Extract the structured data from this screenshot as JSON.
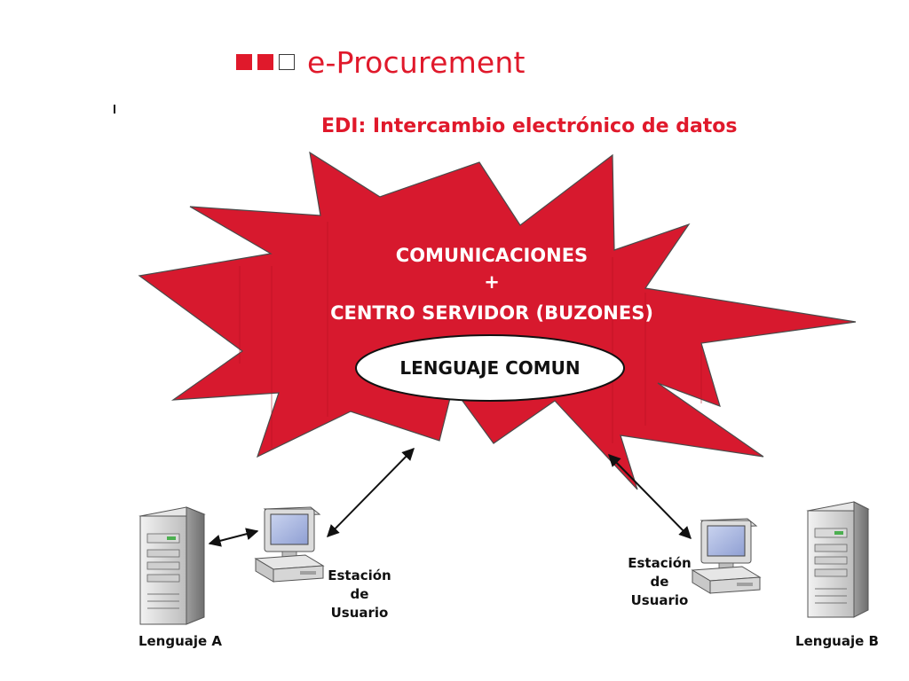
{
  "header": {
    "title": "e-Procurement"
  },
  "subtitle": "EDI: Intercambio electrónico de datos",
  "burst": {
    "line1": "COMUNICACIONES",
    "line2": "+",
    "line3": "CENTRO SERVIDOR (BUZONES)",
    "ellipse_label": "LENGUAJE COMUN"
  },
  "left": {
    "station_label": [
      "Estación",
      "de",
      "Usuario"
    ],
    "server_label": "Lenguaje A"
  },
  "right": {
    "station_label": [
      "Estación",
      "de",
      "Usuario"
    ],
    "server_label": "Lenguaje B"
  },
  "colors": {
    "accent": "#e0192b",
    "burst_fill": "#d7192e",
    "text_dark": "#111111"
  },
  "icons": [
    "server-tower-icon",
    "desktop-workstation-icon",
    "double-arrow-icon"
  ]
}
